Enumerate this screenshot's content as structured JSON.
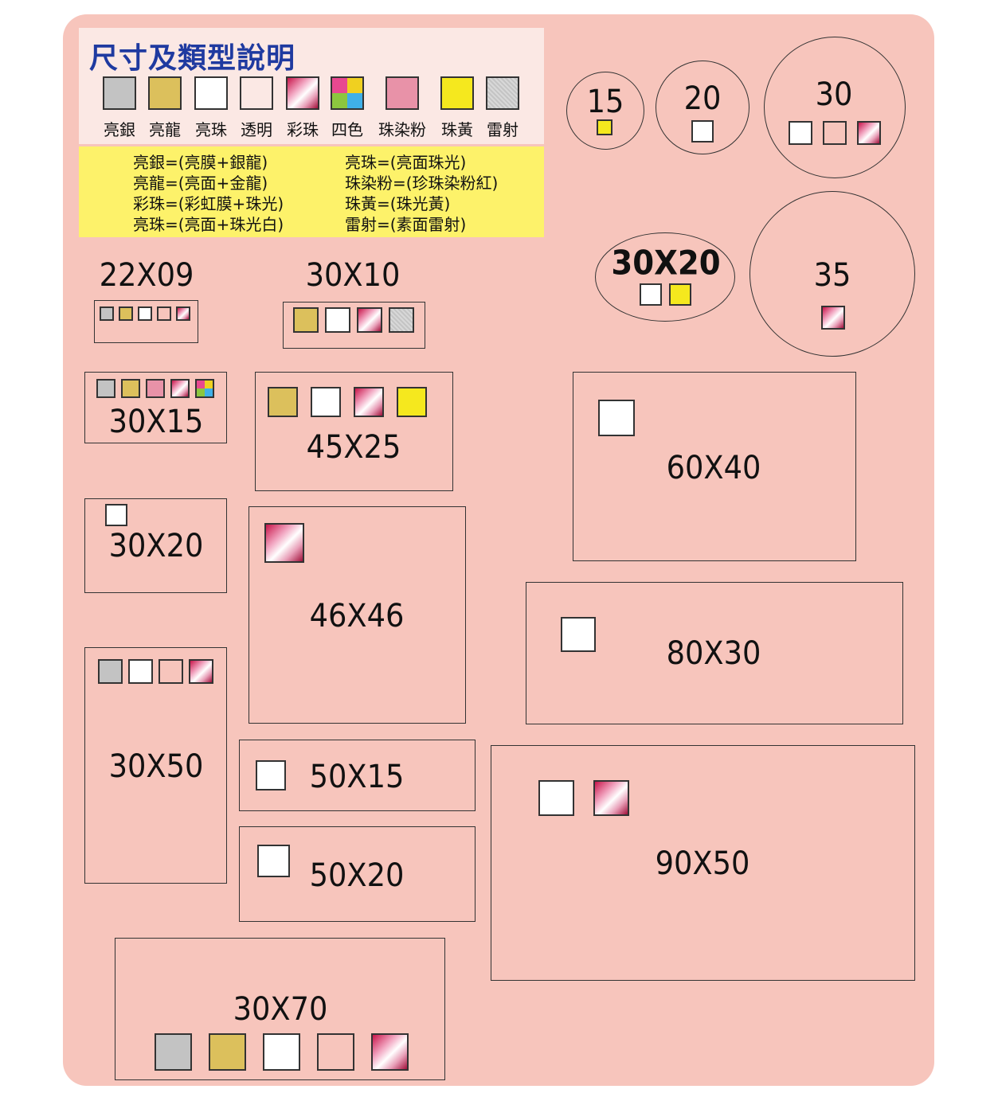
{
  "legend": {
    "title": "尺寸及類型說明",
    "types": [
      {
        "key": "silver",
        "label": "亮銀"
      },
      {
        "key": "gold",
        "label": "亮龍"
      },
      {
        "key": "white",
        "label": "亮珠"
      },
      {
        "key": "clear",
        "label": "透明"
      },
      {
        "key": "rainbow",
        "label": "彩珠"
      },
      {
        "key": "fourcolor",
        "label": "四色"
      },
      {
        "key": "pink",
        "label": "珠染粉"
      },
      {
        "key": "yellow",
        "label": "珠黃"
      },
      {
        "key": "laser",
        "label": "雷射"
      }
    ]
  },
  "definitions": {
    "left": [
      "亮銀=(亮膜+銀龍)",
      "亮龍=(亮面+金龍)",
      "彩珠=(彩虹膜+珠光)",
      "亮珠=(亮面+珠光白)"
    ],
    "right": [
      "亮珠=(亮面珠光)",
      "珠染粉=(珍珠染粉紅)",
      "珠黃=(珠光黃)",
      "雷射=(素面雷射)"
    ]
  },
  "colors": {
    "board": "#f7c5bc",
    "title": "#1f3aa0",
    "definitions_bg": "#fdf26a",
    "silver": "#c3c3c3",
    "gold": "#dcc05c",
    "pink": "#e892a8",
    "yellow": "#f5e81e"
  },
  "sizes": {
    "c15": {
      "label": "15",
      "types": [
        "yellow"
      ]
    },
    "c20": {
      "label": "20",
      "types": [
        "white"
      ]
    },
    "c30": {
      "label": "30",
      "types": [
        "white",
        "clear",
        "rainbow"
      ]
    },
    "e30x20": {
      "label": "30X20",
      "types": [
        "white",
        "yellow"
      ]
    },
    "c35": {
      "label": "35",
      "types": [
        "rainbow"
      ]
    },
    "r22x09": {
      "label": "22X09",
      "types": [
        "silver",
        "gold",
        "white",
        "clear",
        "rainbow"
      ]
    },
    "r30x10": {
      "label": "30X10",
      "types": [
        "gold",
        "white",
        "rainbow",
        "laser"
      ]
    },
    "r30x15": {
      "label": "30X15",
      "types": [
        "silver",
        "gold",
        "pink",
        "rainbow",
        "fourcolor"
      ]
    },
    "r45x25": {
      "label": "45X25",
      "types": [
        "gold",
        "white",
        "rainbow",
        "yellow"
      ]
    },
    "r60x40": {
      "label": "60X40",
      "types": [
        "white"
      ]
    },
    "r30x20": {
      "label": "30X20",
      "types": [
        "white"
      ]
    },
    "r46x46": {
      "label": "46X46",
      "types": [
        "rainbow"
      ]
    },
    "r80x30": {
      "label": "80X30",
      "types": [
        "white"
      ]
    },
    "r30x50": {
      "label": "30X50",
      "types": [
        "silver",
        "white",
        "clear",
        "rainbow"
      ]
    },
    "r50x15": {
      "label": "50X15",
      "types": [
        "white"
      ]
    },
    "r90x50": {
      "label": "90X50",
      "types": [
        "white",
        "rainbow"
      ]
    },
    "r50x20": {
      "label": "50X20",
      "types": [
        "white"
      ]
    },
    "r30x70": {
      "label": "30X70",
      "types": [
        "silver",
        "gold",
        "white",
        "clear",
        "rainbow"
      ]
    }
  }
}
